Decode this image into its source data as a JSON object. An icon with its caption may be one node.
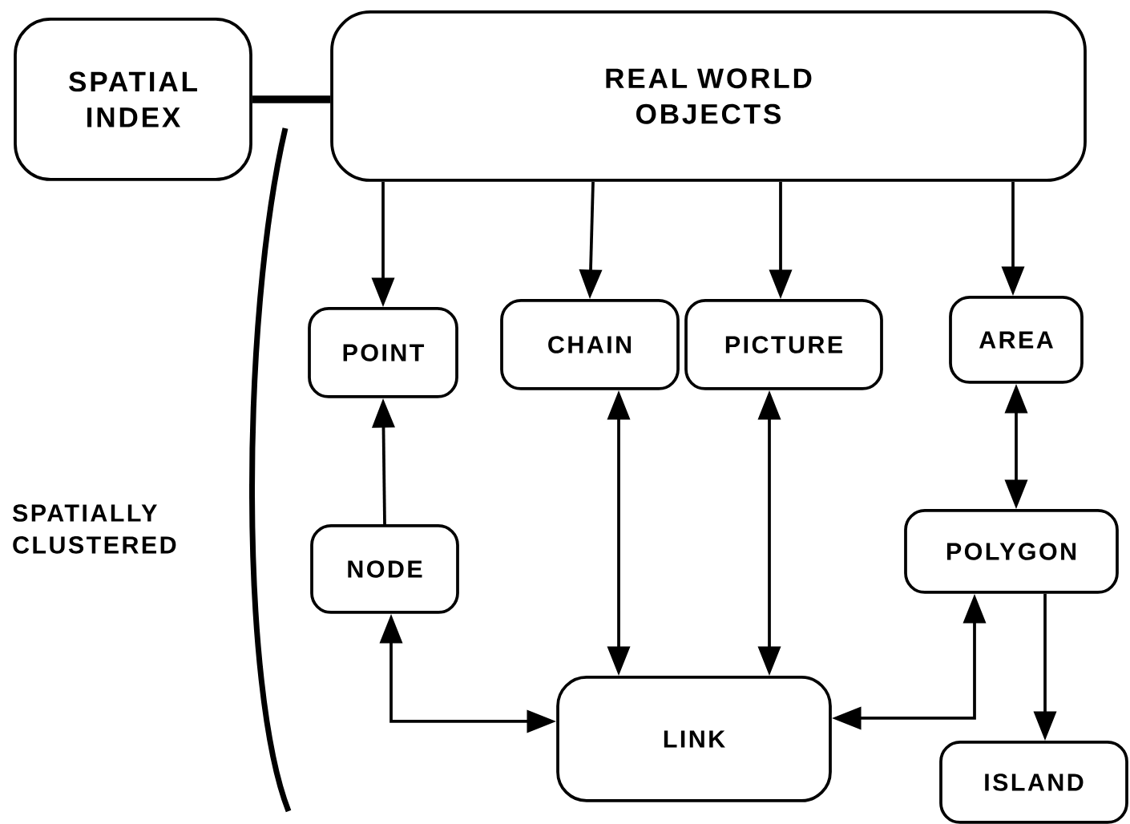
{
  "diagram": {
    "nodes": [
      {
        "text": [
          "SPATIAL INDEX"
        ]
      },
      {
        "text": [
          "REAL WORLD OBJECTS"
        ]
      },
      {
        "text": [
          "POINT"
        ]
      },
      {
        "text": [
          "CHAIN"
        ]
      },
      {
        "text": [
          "PICTURE"
        ]
      },
      {
        "text": [
          "AREA"
        ]
      },
      {
        "text": [
          "NODE"
        ]
      },
      {
        "text": [
          "POLYGON"
        ]
      },
      {
        "text": [
          "LINK"
        ]
      },
      {
        "text": [
          "ISLAND"
        ]
      }
    ],
    "edges": [
      {
        "from": 0,
        "to": 1,
        "arrow": "none",
        "style": "thick"
      },
      {
        "from": 1,
        "to": 2,
        "arrow": "to"
      },
      {
        "from": 1,
        "to": 3,
        "arrow": "to"
      },
      {
        "from": 1,
        "to": 4,
        "arrow": "to"
      },
      {
        "from": 1,
        "to": 5,
        "arrow": "to"
      },
      {
        "from": 6,
        "to": 2,
        "arrow": "to"
      },
      {
        "from": 3,
        "to": 8,
        "arrow": "both"
      },
      {
        "from": 4,
        "to": 8,
        "arrow": "both"
      },
      {
        "from": 5,
        "to": 7,
        "arrow": "both"
      },
      {
        "from": 6,
        "to": 8,
        "arrow": "both"
      },
      {
        "from": 7,
        "to": 8,
        "arrow": "both"
      },
      {
        "from": 7,
        "to": 9,
        "arrow": "to"
      }
    ],
    "labels": [
      "SPATIALLY CLUSTERED"
    ]
  }
}
